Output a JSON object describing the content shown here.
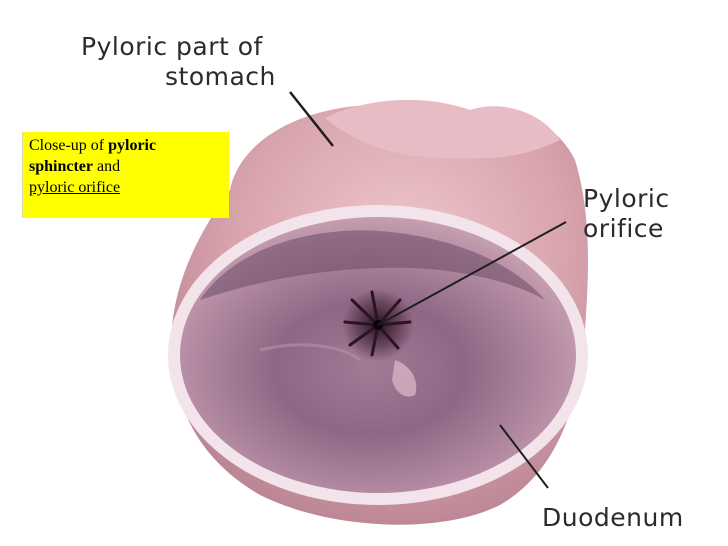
{
  "labels": {
    "pyloric_part_line1": "Pyloric part of",
    "pyloric_part_line2": "stomach",
    "pyloric_orifice_line1": "Pyloric",
    "pyloric_orifice_line2": "orifice",
    "duodenum": "Duodenum"
  },
  "caption": {
    "prefix": "Close-up of ",
    "bold1": "pyloric",
    "bold2": "sphincter",
    "middle": " and",
    "link": "pyloric orifice",
    "background": "#ffff00"
  },
  "colors": {
    "tissue_outer": "#d9a5ae",
    "tissue_inner": "#9c6f8c",
    "rim": "#f2e4ea"
  }
}
